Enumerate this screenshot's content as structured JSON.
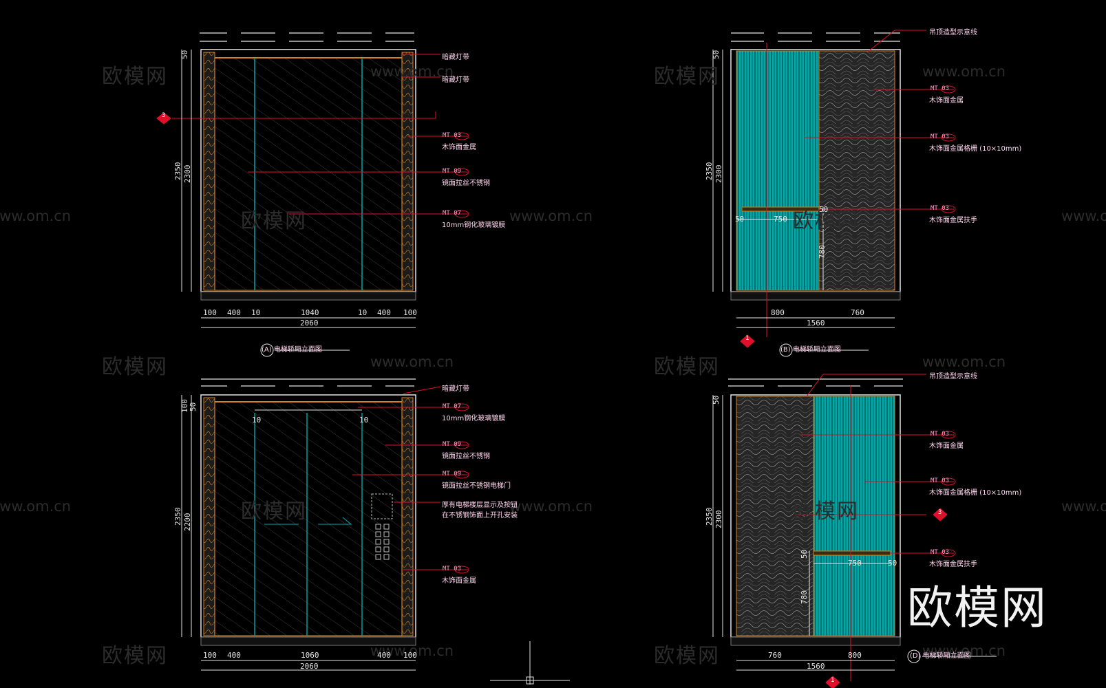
{
  "watermarks": {
    "brand_cn": "欧模网",
    "url": "www.om.cn",
    "big_brand": "欧模网"
  },
  "colors": {
    "background": "#000000",
    "frame": "#e6e6e6",
    "accent_cyan": "#00a8a8",
    "accent_orange": "#d9821a",
    "leader_red": "#e0102a",
    "text_pink": "#ffd6ee",
    "wood_dark": "#2a2a2a"
  },
  "elevation_A": {
    "annotations": [
      "暗藏灯带",
      "暗藏灯带",
      "木饰面金属",
      "镜面拉丝不锈钢",
      "10mm钢化玻璃镀膜"
    ],
    "tags": [
      "MT 03",
      "MT 09",
      "MT 07"
    ],
    "dims_bottom": [
      "100",
      "400",
      "10",
      "1040",
      "10",
      "400",
      "100"
    ],
    "dim_total": "2060",
    "dims_left": [
      "50",
      "2350",
      "2300"
    ],
    "title": "(A) 电梯轿厢立面图",
    "section_marker": "3"
  },
  "elevation_B": {
    "annotations": [
      "吊顶造型示意线",
      "木饰面金属",
      "木饰面金属格栅 (10×10mm)",
      "木饰面金属扶手"
    ],
    "tags": [
      "MT 03",
      "MT 03",
      "MT 03"
    ],
    "dims_bottom": [
      "800",
      "760"
    ],
    "dim_total": "1560",
    "dims_left": [
      "50",
      "2350",
      "2300"
    ],
    "dims_inner": [
      "50",
      "750",
      "50",
      "780"
    ],
    "title": "(B) 电梯轿厢立面图",
    "section_marker": "1"
  },
  "elevation_C": {
    "annotations": [
      "暗藏灯带",
      "10mm钢化玻璃镀膜",
      "镜面拉丝不锈钢",
      "镜面拉丝不锈钢电梯门",
      "厚有电梯楼层显示及按钮",
      "在不锈钢饰面上开孔安装",
      "木饰面金属"
    ],
    "tags": [
      "MT 07",
      "MT 09",
      "MT 09",
      "MT 03"
    ],
    "dims_bottom": [
      "100",
      "400",
      "1060",
      "400",
      "100"
    ],
    "dim_total": "2060",
    "dims_left": [
      "100",
      "50",
      "2350",
      "2200"
    ],
    "dims_inner": [
      "10",
      "10"
    ]
  },
  "elevation_D": {
    "annotations": [
      "吊顶造型示意线",
      "木饰面金属",
      "木饰面金属格栅 (10×10mm)",
      "木饰面金属扶手"
    ],
    "tags": [
      "MT 03",
      "MT 03",
      "MT 03"
    ],
    "dims_bottom": [
      "760",
      "800"
    ],
    "dim_total": "1560",
    "dims_left": [
      "50",
      "2350",
      "2300"
    ],
    "dims_inner": [
      "50",
      "750",
      "50",
      "780"
    ],
    "title": "(D) 电梯轿厢立面图",
    "section_marker": "3",
    "bottom_marker": "1"
  }
}
